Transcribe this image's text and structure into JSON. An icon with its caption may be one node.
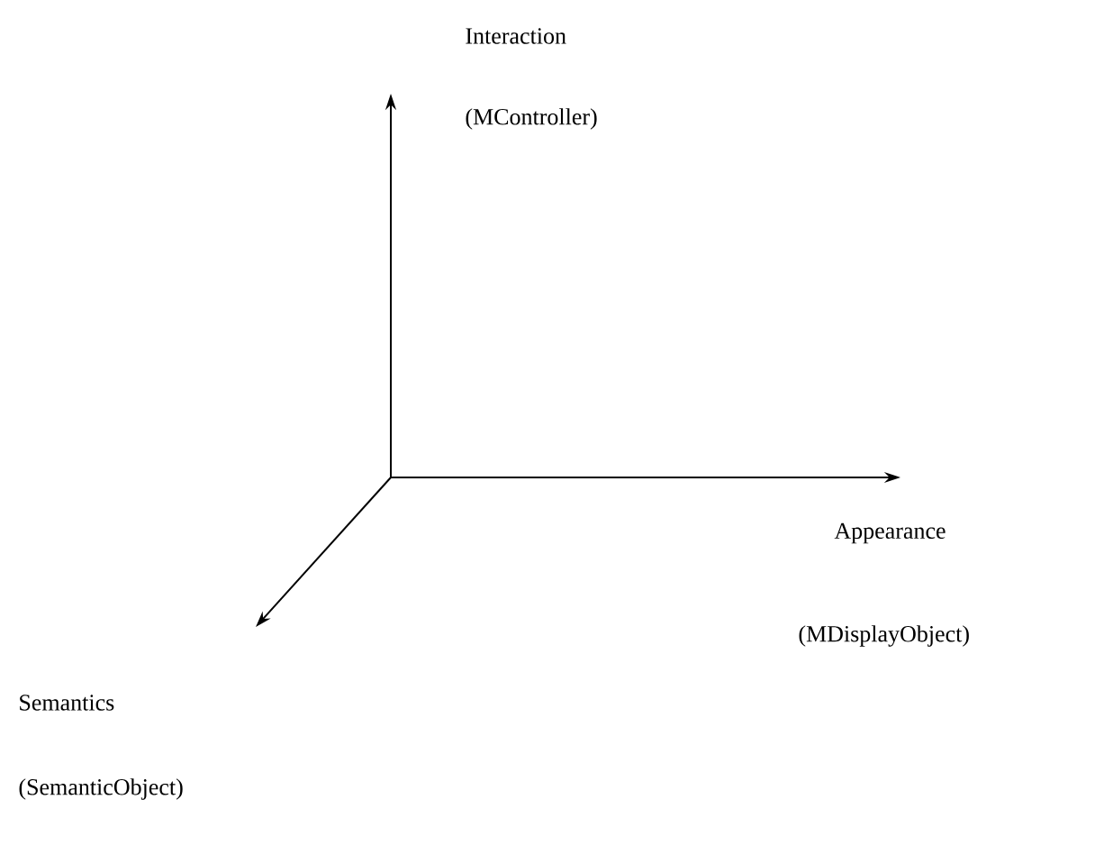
{
  "diagram": {
    "labels": [
      "Interaction",
      "(MController)",
      "Appearance",
      "(MDisplayObject)",
      "Semantics",
      "(SemanticObject)"
    ]
  }
}
